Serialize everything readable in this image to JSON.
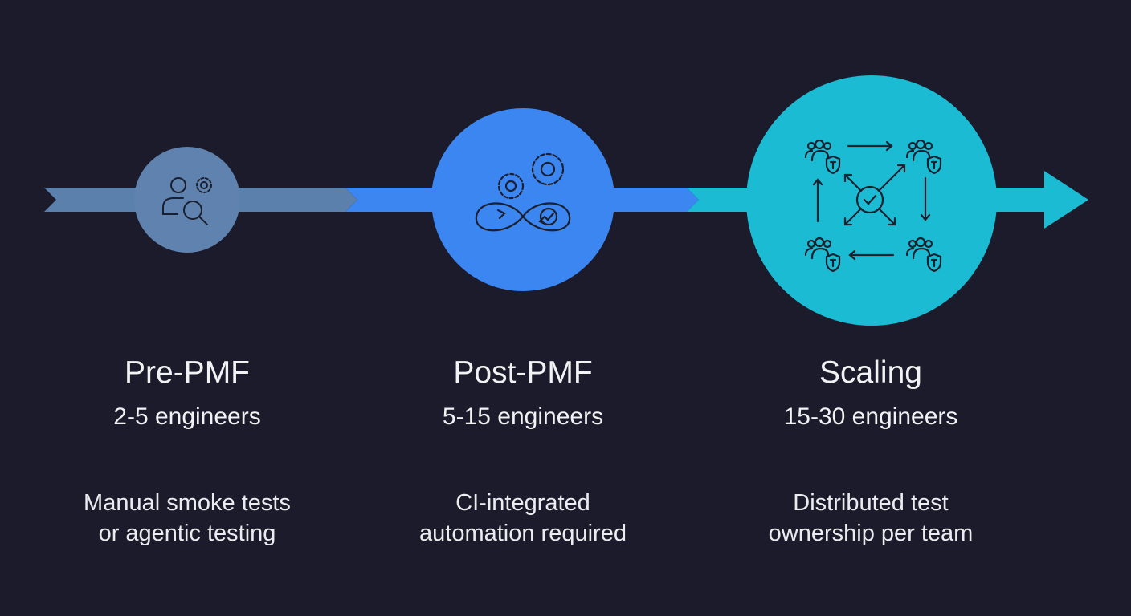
{
  "colors": {
    "background": "#1b1b2b",
    "stage1": "#5b80ac",
    "stage2": "#3b86f0",
    "stage3": "#1bbcd3",
    "icon_stroke": "#1b1f2e"
  },
  "stages": [
    {
      "title": "Pre-PMF",
      "team_size": "2-5 engineers",
      "description_line1": "Manual smoke tests",
      "description_line2": "or agentic testing",
      "icon": "user-gear-search-icon"
    },
    {
      "title": "Post-PMF",
      "team_size": "5-15 engineers",
      "description_line1": "CI-integrated",
      "description_line2": "automation required",
      "icon": "gears-infinity-check-icon"
    },
    {
      "title": "Scaling",
      "team_size": "15-30 engineers",
      "description_line1": "Distributed test",
      "description_line2": "ownership per team",
      "icon": "distributed-teams-icon"
    }
  ]
}
